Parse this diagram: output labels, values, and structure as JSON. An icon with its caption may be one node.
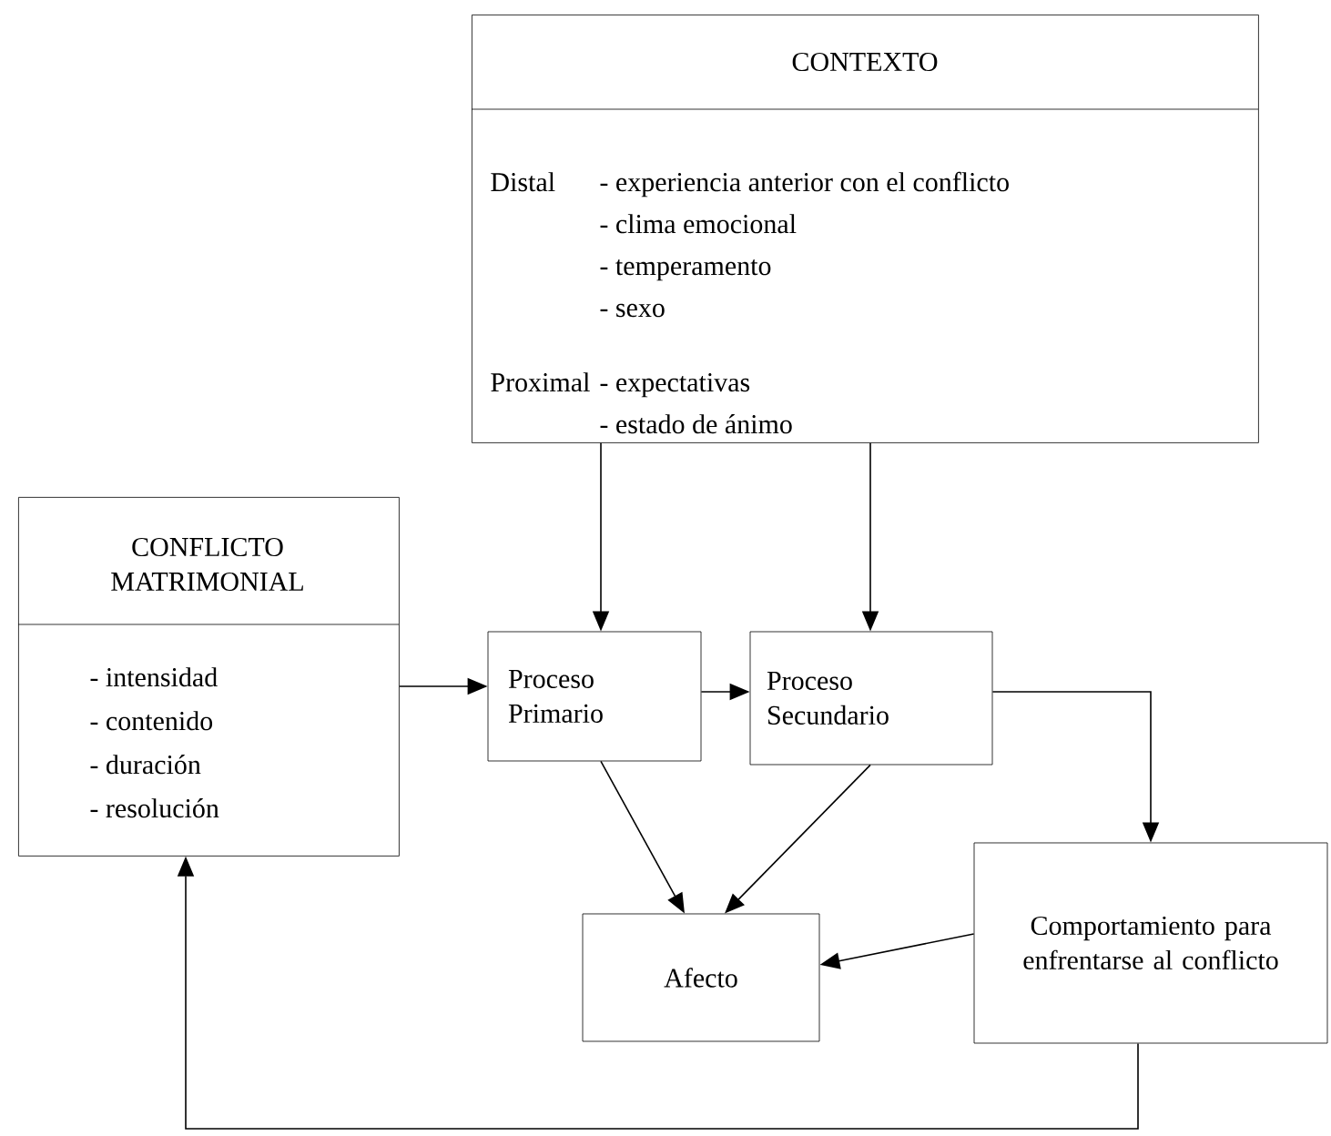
{
  "diagram": {
    "nodes": [
      {
        "text": [
          "CONTEXTO",
          "Distal",
          "- experiencia anterior con el conflicto",
          "- clima emocional",
          "- temperamento",
          "- sexo",
          "Proximal",
          "- expectativas",
          "- estado de ánimo"
        ]
      },
      {
        "text": [
          "CONFLICTO MATRIMONIAL",
          "- intensidad",
          "- contenido",
          "- duración",
          "- resolución"
        ]
      },
      {
        "text": [
          "Proceso Primario"
        ]
      },
      {
        "text": [
          "Proceso Secundario"
        ]
      },
      {
        "text": [
          "Afecto"
        ]
      },
      {
        "text": [
          "Comportamiento para enfrentarse al conflicto"
        ]
      }
    ],
    "edges": [
      {
        "from": 0,
        "to": 2,
        "arrow": "to"
      },
      {
        "from": 0,
        "to": 3,
        "arrow": "to"
      },
      {
        "from": 1,
        "to": 2,
        "arrow": "to"
      },
      {
        "from": 2,
        "to": 3,
        "arrow": "to"
      },
      {
        "from": 3,
        "to": 5,
        "arrow": "to"
      },
      {
        "from": 2,
        "to": 4,
        "arrow": "to"
      },
      {
        "from": 3,
        "to": 4,
        "arrow": "to"
      },
      {
        "from": 5,
        "to": 4,
        "arrow": "to"
      },
      {
        "from": 5,
        "to": 1,
        "arrow": "to"
      }
    ]
  }
}
